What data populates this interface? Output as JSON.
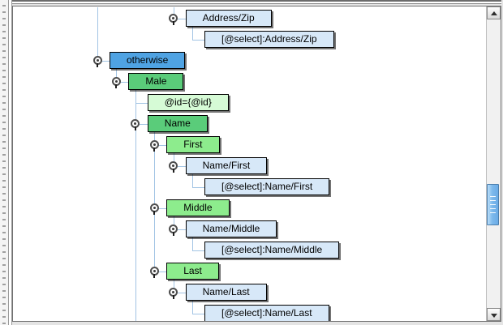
{
  "window": {
    "description": "XSLT mapping tree panel with vertical scrollbar",
    "background": "#e4e4e4"
  },
  "colors": {
    "node_blue": "#4fa3e3",
    "node_green": "#5acc7a",
    "node_light_green": "#8dec8d",
    "node_pale_green": "#d6fbd6",
    "node_light_blue": "#d7e8f8",
    "tree_line": "#a2c4e4",
    "scroll_thumb": "#6aabe6"
  },
  "tree": {
    "nodes": [
      {
        "id": "address-zip",
        "label": "Address/Zip",
        "style": "light_blue",
        "depth": 4,
        "row": 0,
        "control": "expander"
      },
      {
        "id": "select-address-zip",
        "label": "[@select]:Address/Zip",
        "style": "light_blue",
        "depth": 5,
        "row": 1,
        "control": "none"
      },
      {
        "id": "otherwise",
        "label": "otherwise",
        "style": "blue",
        "depth": 0,
        "row": 2,
        "control": "expander"
      },
      {
        "id": "male",
        "label": "Male",
        "style": "green",
        "depth": 1,
        "row": 3,
        "control": "expander"
      },
      {
        "id": "id-attribute",
        "label": "@id={@id}",
        "style": "pale_green",
        "depth": 2,
        "row": 4,
        "control": "none"
      },
      {
        "id": "name",
        "label": "Name",
        "style": "green",
        "depth": 2,
        "row": 5,
        "control": "expander"
      },
      {
        "id": "first",
        "label": "First",
        "style": "light_green",
        "depth": 3,
        "row": 6,
        "control": "expander"
      },
      {
        "id": "name-first",
        "label": "Name/First",
        "style": "light_blue",
        "depth": 4,
        "row": 7,
        "control": "expander"
      },
      {
        "id": "select-name-first",
        "label": "[@select]:Name/First",
        "style": "light_blue",
        "depth": 5,
        "row": 8,
        "control": "none"
      },
      {
        "id": "middle",
        "label": "Middle",
        "style": "light_green",
        "depth": 3,
        "row": 9,
        "control": "expander"
      },
      {
        "id": "name-middle",
        "label": "Name/Middle",
        "style": "light_blue",
        "depth": 4,
        "row": 10,
        "control": "expander"
      },
      {
        "id": "select-name-middle",
        "label": "[@select]:Name/Middle",
        "style": "light_blue",
        "depth": 5,
        "row": 11,
        "control": "none"
      },
      {
        "id": "last",
        "label": "Last",
        "style": "light_green",
        "depth": 3,
        "row": 12,
        "control": "expander"
      },
      {
        "id": "name-last",
        "label": "Name/Last",
        "style": "light_blue",
        "depth": 4,
        "row": 13,
        "control": "expander"
      },
      {
        "id": "select-name-last",
        "label": "[@select]:Name/Last",
        "style": "light_blue",
        "depth": 5,
        "row": 14,
        "control": "none"
      }
    ]
  },
  "scrollbar": {
    "orientation": "vertical",
    "up_icon": "triangle-up",
    "down_icon": "triangle-down",
    "thumb_position": "upper-middle"
  }
}
